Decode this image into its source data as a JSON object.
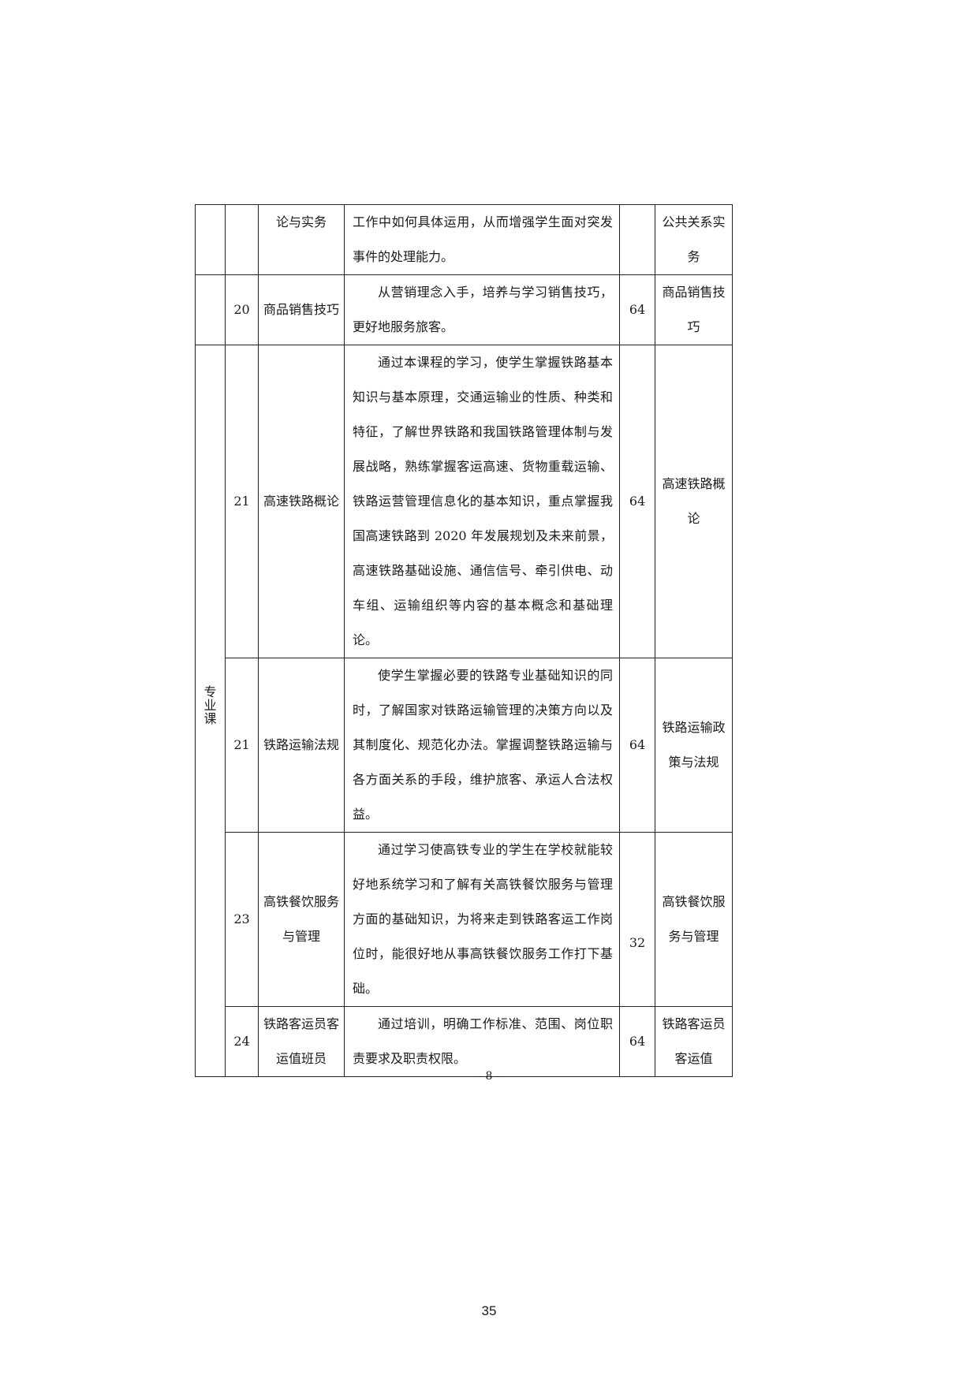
{
  "rows": [
    {
      "num": "",
      "name": "论与实务",
      "desc": "工作中如何具体运用，从而增强学生面对突发事件的处理能力。",
      "hours": "",
      "book": "公共关系实务"
    },
    {
      "num": "20",
      "name": "商品销售技巧",
      "desc": "从营销理念入手，培养与学习销售技巧，更好地服务旅客。",
      "hours": "64",
      "book": "商品销售技巧"
    },
    {
      "num": "21",
      "name": "高速铁路概论",
      "desc": "通过本课程的学习，使学生掌握铁路基本知识与基本原理，交通运输业的性质、种类和特征，了解世界铁路和我国铁路管理体制与发展战略，熟练掌握客运高速、货物重载运输、铁路运营管理信息化的基本知识，重点掌握我国高速铁路到 2020 年发展规划及未来前景，高速铁路基础设施、通信信号、牵引供电、动车组、运输组织等内容的基本概念和基础理论。",
      "hours": "64",
      "book": "高速铁路概论"
    },
    {
      "num": "21",
      "name": "铁路运输法规",
      "desc": "使学生掌握必要的铁路专业基础知识的同时，了解国家对铁路运输管理的决策方向以及其制度化、规范化办法。掌握调整铁路运输与各方面关系的手段，维护旅客、承运人合法权益。",
      "hours": "64",
      "book": "铁路运输政策与法规"
    },
    {
      "num": "23",
      "name": "高铁餐饮服务与管理",
      "desc": "通过学习使高铁专业的学生在学校就能较好地系统学习和了解有关高铁餐饮服务与管理方面的基础知识，为将来走到铁路客运工作岗位时，能很好地从事高铁餐饮服务工作打下基础。",
      "hours": "32",
      "book": "高铁餐饮服务与管理"
    },
    {
      "num": "24",
      "name": "铁路客运员客运值班员",
      "desc": "通过培训，明确工作标准、范围、岗位职责要求及职责权限。",
      "hours": "64",
      "book": "铁路客运员 客运值"
    }
  ],
  "category": "专业课",
  "footer": "- 8 -",
  "page_number": "35"
}
